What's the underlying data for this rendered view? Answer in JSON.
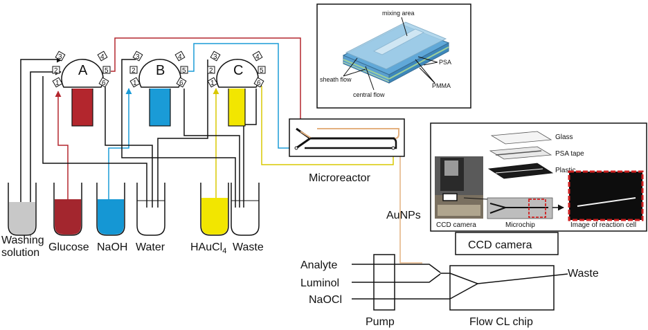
{
  "valves": [
    {
      "label": "A",
      "ports": [
        "1",
        "2",
        "3",
        "4",
        "5",
        "6"
      ],
      "reagent_color": "#b3262d"
    },
    {
      "label": "B",
      "ports": [
        "1",
        "2",
        "3",
        "4",
        "5",
        "6"
      ],
      "reagent_color": "#1a9bd7"
    },
    {
      "label": "C",
      "ports": [
        "1",
        "2",
        "3",
        "4",
        "5",
        "6"
      ],
      "reagent_color": "#f2e600"
    }
  ],
  "vessels": {
    "washing": "Washing solution",
    "glucose": "Glucose",
    "naoh": "NaOH",
    "water": "Water",
    "haucl4": "HAuCl",
    "haucl4_sub": "4",
    "waste": "Waste"
  },
  "microreactor": "Microreactor",
  "aunps": "AuNPs",
  "inset_chip": {
    "mixing_area": "mixing area",
    "psa": "PSA",
    "pmma": "PMMA",
    "sheath_flow": "sheath flow",
    "central_flow": "central flow"
  },
  "inset_ccd": {
    "glass": "Glass",
    "psa_tape": "PSA tape",
    "plastic": "Plastic",
    "ccd_camera": "CCD camera",
    "microchip": "Microchip",
    "image_cell": "Image of reaction cell"
  },
  "ccd_box": "CCD camera",
  "flow": {
    "analyte": "Analyte",
    "luminol": "Luminol",
    "naocl": "NaOCl",
    "pump": "Pump",
    "chip": "Flow CL chip",
    "waste": "Waste"
  },
  "colors": {
    "red": "#b3262d",
    "blue": "#1a9bd7",
    "yellow": "#f2e600",
    "tan": "#e3b07e",
    "glucose": "#a3262e",
    "naoh": "#1597d4",
    "washing": "#c8c8c8"
  }
}
